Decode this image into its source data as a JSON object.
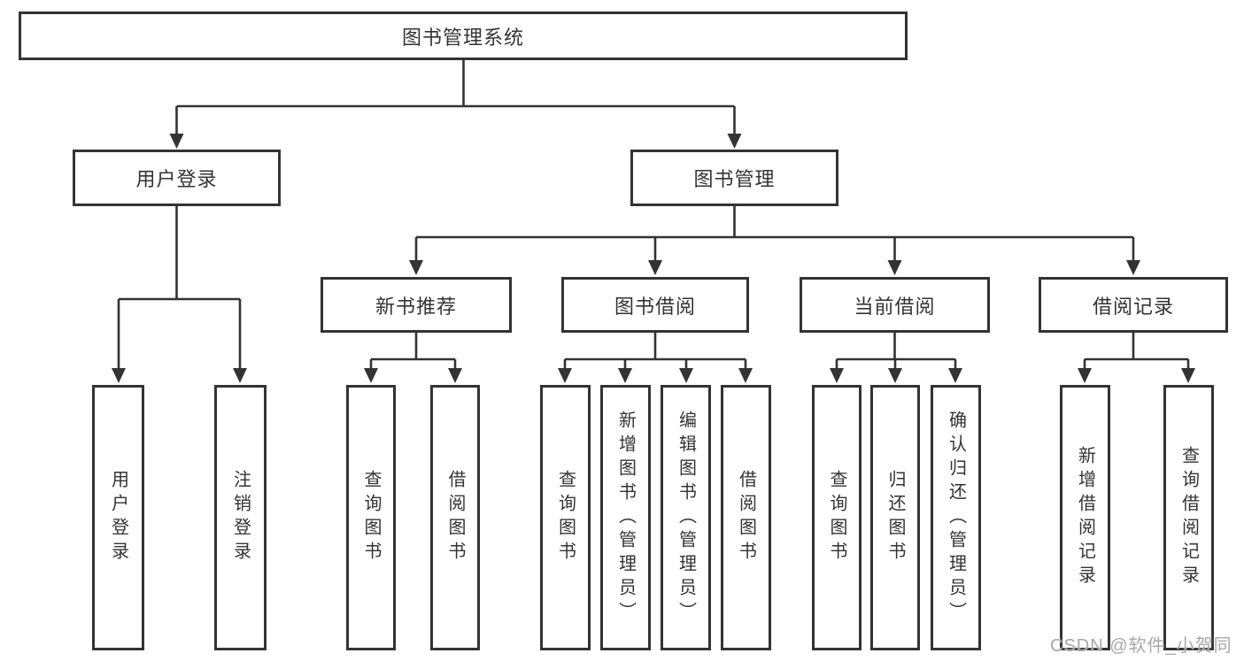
{
  "diagram": {
    "root": {
      "label": "图书管理系统"
    },
    "level2": [
      {
        "label": "用户登录"
      },
      {
        "label": "图书管理"
      }
    ],
    "level3": [
      {
        "label": "新书推荐",
        "parent": "图书管理"
      },
      {
        "label": "图书借阅",
        "parent": "图书管理"
      },
      {
        "label": "当前借阅",
        "parent": "图书管理"
      },
      {
        "label": "借阅记录",
        "parent": "图书管理"
      }
    ],
    "leaves": [
      {
        "label": "用户登录",
        "parent": "用户登录"
      },
      {
        "label": "注销登录",
        "parent": "用户登录"
      },
      {
        "label": "查询图书",
        "parent": "新书推荐"
      },
      {
        "label": "借阅图书",
        "parent": "新书推荐"
      },
      {
        "label": "查询图书",
        "parent": "图书借阅"
      },
      {
        "label": "新增图书（管理员）",
        "parent": "图书借阅"
      },
      {
        "label": "编辑图书（管理员）",
        "parent": "图书借阅"
      },
      {
        "label": "借阅图书",
        "parent": "图书借阅"
      },
      {
        "label": "查询图书",
        "parent": "当前借阅"
      },
      {
        "label": "归还图书",
        "parent": "当前借阅"
      },
      {
        "label": "确认归还（管理员）",
        "parent": "当前借阅"
      },
      {
        "label": "新增借阅记录",
        "parent": "借阅记录"
      },
      {
        "label": "查询借阅记录",
        "parent": "借阅记录"
      }
    ]
  },
  "watermark": {
    "text": "CSDN @软件_小贺同学"
  },
  "colors": {
    "line": "#333333",
    "border": "#333333",
    "text": "#333333",
    "watermark": "#a8a8a8",
    "background": "#ffffff"
  }
}
